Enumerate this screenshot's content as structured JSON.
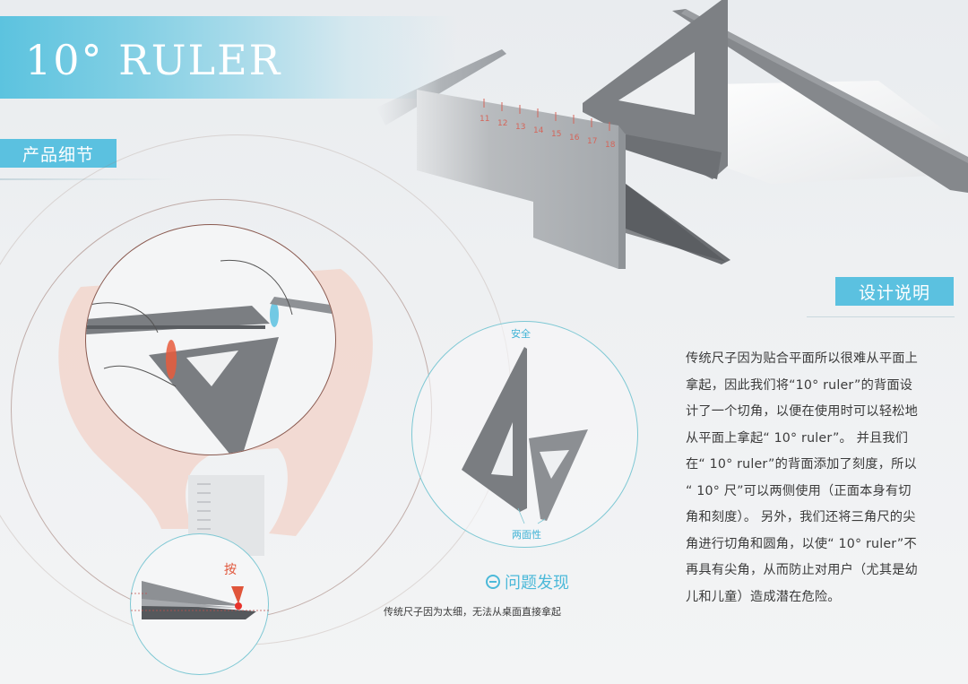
{
  "header": {
    "title": "10° RULER"
  },
  "sections": {
    "product_details_label": "产品细节",
    "design_notes_label": "设计说明"
  },
  "description": {
    "lines": [
      "传统尺子因为贴合平面所以很难从平面上",
      "拿起，因此我们将“10° ruler”的背面设",
      "计了一个切角，以便在使用时可以轻松地",
      "从平面上拿起“ 10° ruler”。 并且我们",
      "在“ 10° ruler”的背面添加了刻度，所以",
      "“ 10° 尺”可以两侧使用（正面本身有切",
      "角和刻度）。 另外，我们还将三角尺的尖",
      "角进行切角和圆角，以使“ 10° ruler”不",
      "再具有尖角，从而防止对用户（尤其是幼",
      "儿和儿童）造成潜在危险。"
    ]
  },
  "callouts": {
    "safety": "安全",
    "two_sided": "两面性",
    "press": "按"
  },
  "problem": {
    "icon": "minus-circle-icon",
    "title": "问题发现",
    "caption": "传统尺子因为太细，无法从桌面直接拿起"
  },
  "ruler_scale_numbers": [
    "11",
    "12",
    "13",
    "14",
    "15",
    "16",
    "17",
    "18"
  ],
  "colors": {
    "accent_blue": "#5bc1e0",
    "callout_blue": "#4cb9d9",
    "warning_red": "#e0553a",
    "ruler_gray": "#7b7e82",
    "circle_line_brown": "#8a5a50",
    "circle_line_teal": "#7ec8d4"
  }
}
